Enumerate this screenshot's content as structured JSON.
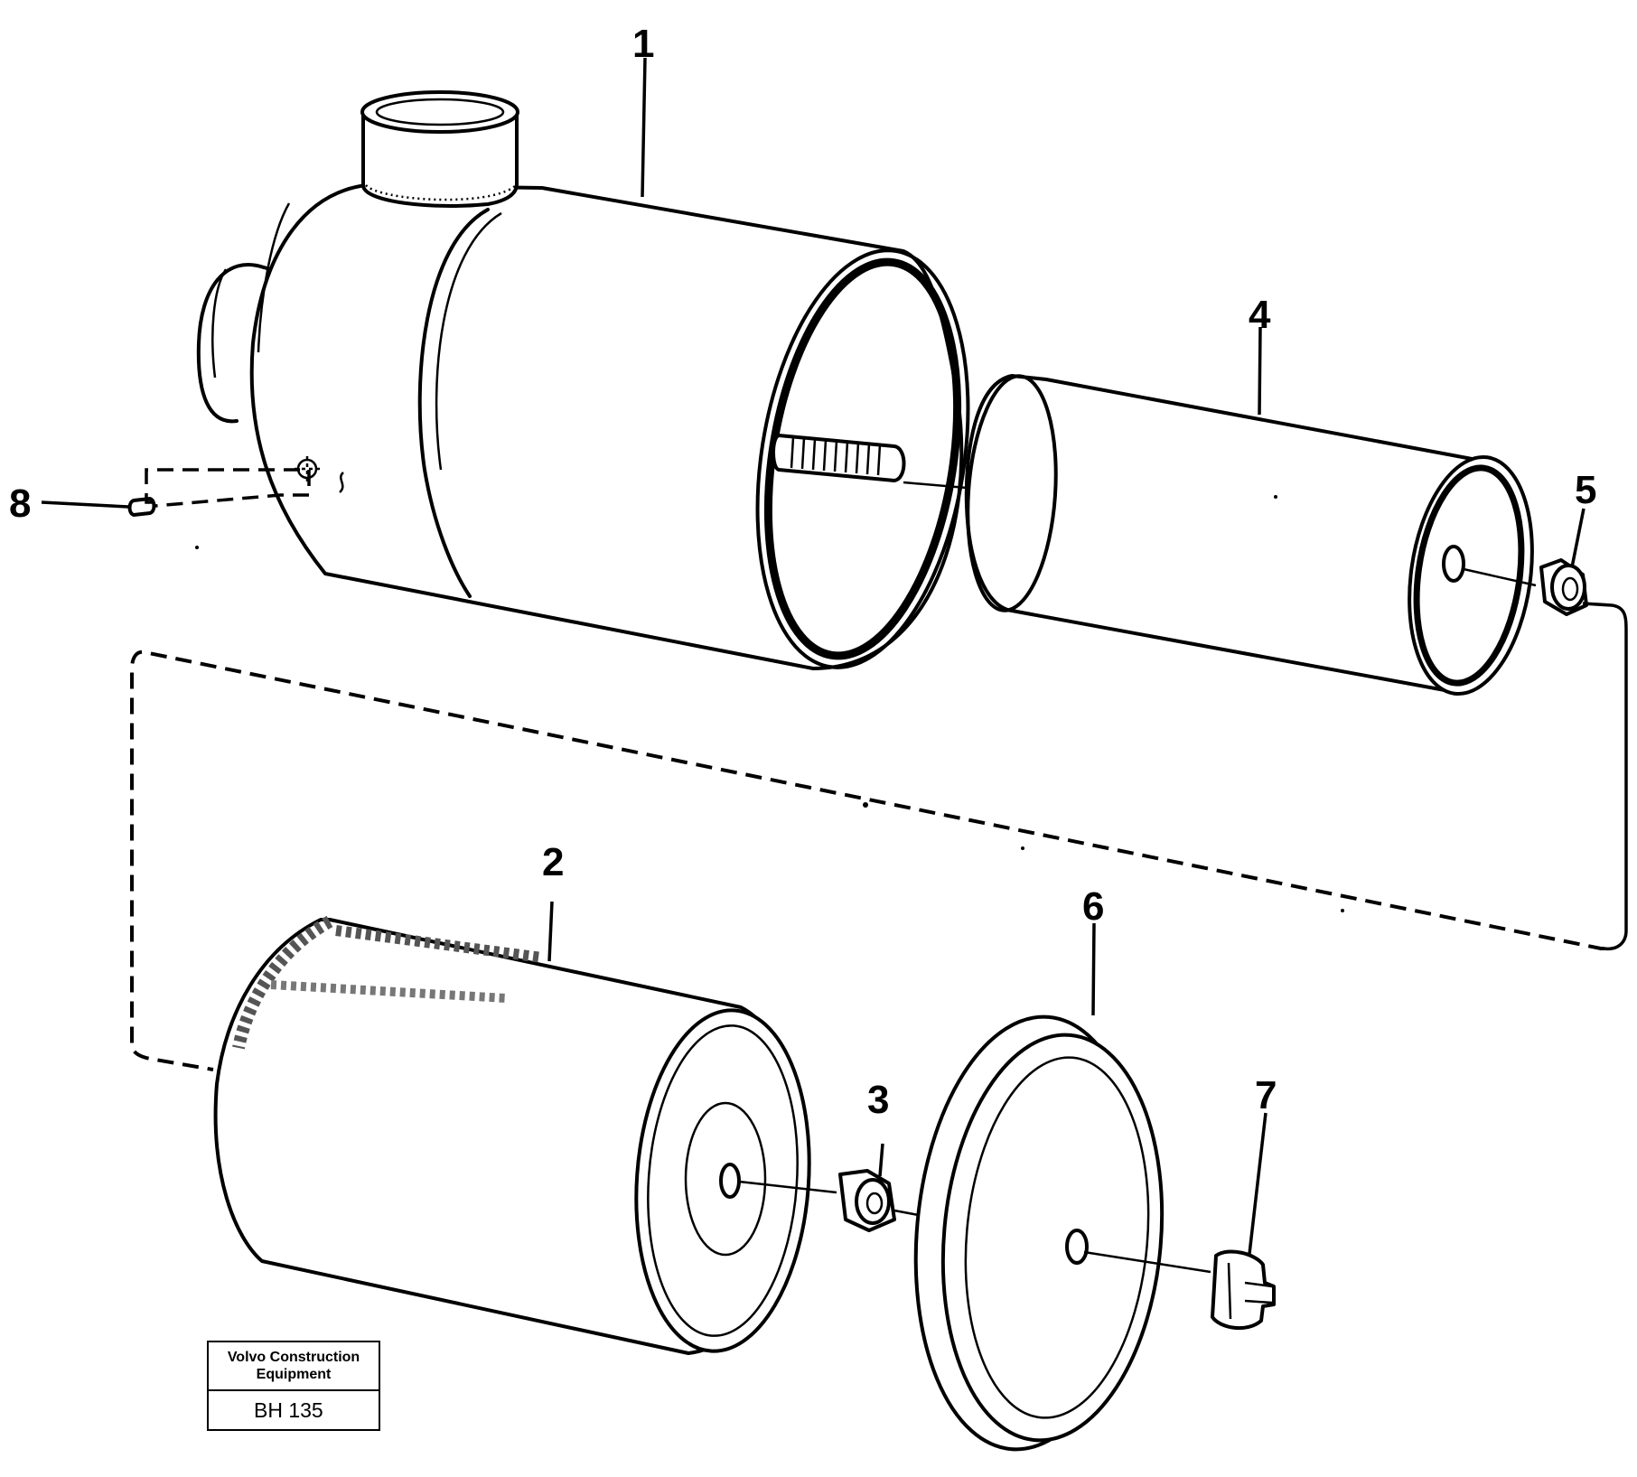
{
  "diagram": {
    "callouts": {
      "c1": "1",
      "c2": "2",
      "c3": "3",
      "c4": "4",
      "c5": "5",
      "c6": "6",
      "c7": "7",
      "c8": "8"
    },
    "parts": {
      "p1": "air-cleaner-housing",
      "p2": "main-filter-element",
      "p3": "nut",
      "p4": "safety-filter-element",
      "p5": "nut",
      "p6": "cover",
      "p7": "wing-nut",
      "p8": "valve"
    }
  },
  "title_block": {
    "company": "Volvo Construction Equipment",
    "code": "BH 135"
  }
}
